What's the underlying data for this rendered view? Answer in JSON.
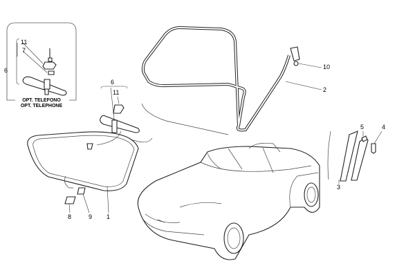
{
  "inset": {
    "title_line1": "OPT. TELEFONO",
    "title_line2": "OPT. TELEPHONE",
    "callouts": {
      "group": "6",
      "a": "11",
      "b": "7"
    }
  },
  "callouts": {
    "mirror_group": "6",
    "mirror_cover": "11",
    "windscreen": "1",
    "sensor_8": "8",
    "sensor_9": "9",
    "door_seal": "2",
    "clip_10": "10",
    "pillar_trim": "3",
    "clip_5": "5",
    "screw_4": "4"
  }
}
